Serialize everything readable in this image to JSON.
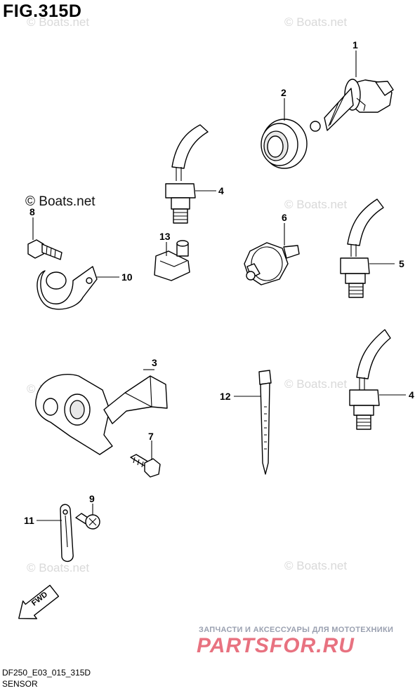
{
  "figure": {
    "title": "FIG.315D"
  },
  "watermarks": {
    "site": "© Boats.net"
  },
  "labels": {
    "p1": "1",
    "p2": "2",
    "p3": "3",
    "p4a": "4",
    "p4b": "4",
    "p5": "5",
    "p6": "6",
    "p7": "7",
    "p8": "8",
    "p9": "9",
    "p10": "10",
    "p11": "11",
    "p12": "12",
    "p13": "13"
  },
  "fwd": {
    "label": "FWD"
  },
  "banner": {
    "tagline": "ЗАПЧАСТИ И АКСЕССУАРЫ ДЛЯ МОТОТЕХНИКИ",
    "logo": "PARTSFOR.RU"
  },
  "footer": {
    "code": "DF250_E03_015_315D",
    "section": "SENSOR"
  }
}
